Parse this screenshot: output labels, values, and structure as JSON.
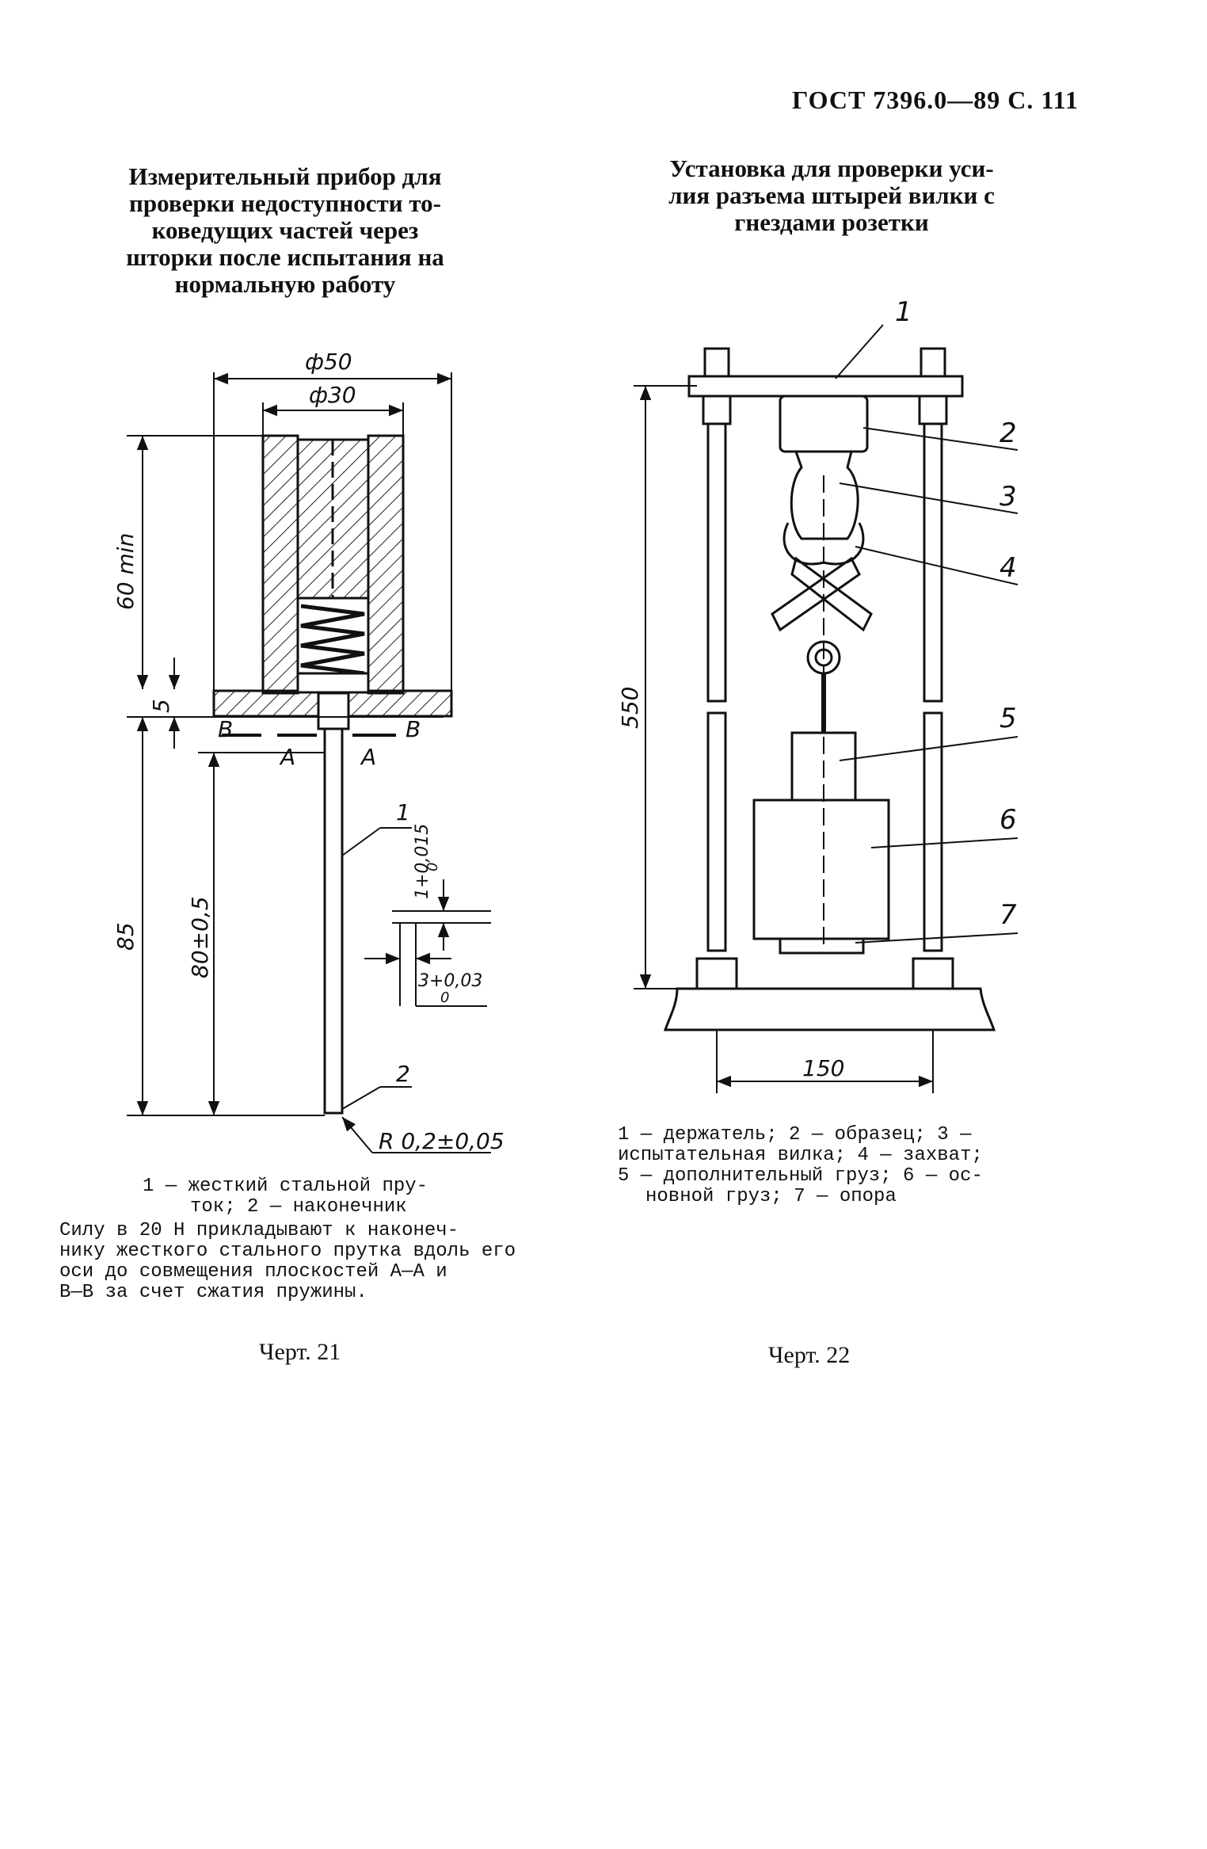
{
  "header": "ГОСТ 7396.0—89 С. 111",
  "fig21": {
    "title_lines": [
      "Измерительный прибор для",
      "проверки недоступности то-",
      "коведущих частей через",
      "шторки после испытания на",
      "нормальную работу"
    ],
    "dims": {
      "d50": "ф50",
      "d30": "ф30",
      "h60": "60 min",
      "h5": "5",
      "h85": "85",
      "h80": "80±0,5",
      "tol1": "1+0,015",
      "tol1_low": "0",
      "tol3": "3+0,03",
      "tol3_low": "0",
      "radius": "R 0,2±0,05"
    },
    "plane_labels": {
      "b_left": "B",
      "b_right": "B",
      "a_left": "A",
      "a_right": "A"
    },
    "callouts": {
      "c1": "1",
      "c2": "2"
    },
    "legend_line1": "1 — жесткий стальной пру-",
    "legend_line2": "ток; 2 — наконечник",
    "note_lines": [
      "Силу в 20 Н прикладывают к наконеч-",
      "нику жесткого стального прутка вдоль его",
      "оси до совмещения плоскостей A—A и",
      "B—B за счет сжатия пружины."
    ],
    "figure_label": "Черт. 21"
  },
  "fig22": {
    "title_lines": [
      "Установка для проверки уси-",
      "лия разъема штырей вилки с",
      "гнездами розетки"
    ],
    "dims": {
      "h550": "550",
      "w150": "150"
    },
    "callouts": [
      "1",
      "2",
      "3",
      "4",
      "5",
      "6",
      "7"
    ],
    "legend_lines": [
      "1 — держатель; 2 — образец; 3 —",
      "испытательная вилка; 4 — захват;",
      "5 — дополнительный груз; 6 — ос-",
      "новной груз; 7 — опора"
    ],
    "figure_label": "Черт. 22"
  }
}
